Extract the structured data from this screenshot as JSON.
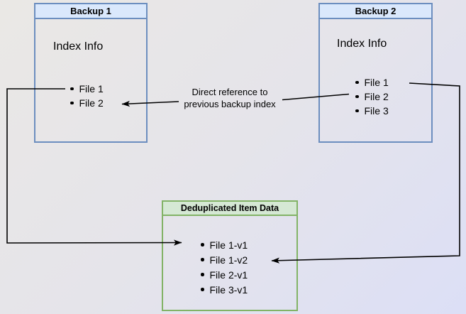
{
  "diagram": {
    "background": {
      "gradient_from": "#eae8e5",
      "gradient_to": "#dcdff6"
    },
    "edge_color": "#000000",
    "nodes": {
      "backup1": {
        "title": "Backup 1",
        "section_label": "Index Info",
        "items": [
          "File 1",
          "File 2"
        ],
        "header_fill": "#dae8fc",
        "border_color": "#6c8ebf"
      },
      "backup2": {
        "title": "Backup 2",
        "section_label": "Index Info",
        "items": [
          "File 1",
          "File 2",
          "File 3"
        ],
        "header_fill": "#dae8fc",
        "border_color": "#6c8ebf"
      },
      "dedup": {
        "title": "Deduplicated Item Data",
        "items": [
          "File 1-v1",
          "File 1-v2",
          "File 2-v1",
          "File 3-v1"
        ],
        "header_fill": "#d5e8d4",
        "border_color": "#82b366"
      }
    },
    "annotation": {
      "line1": "Direct reference to",
      "line2": "previous backup index"
    }
  }
}
